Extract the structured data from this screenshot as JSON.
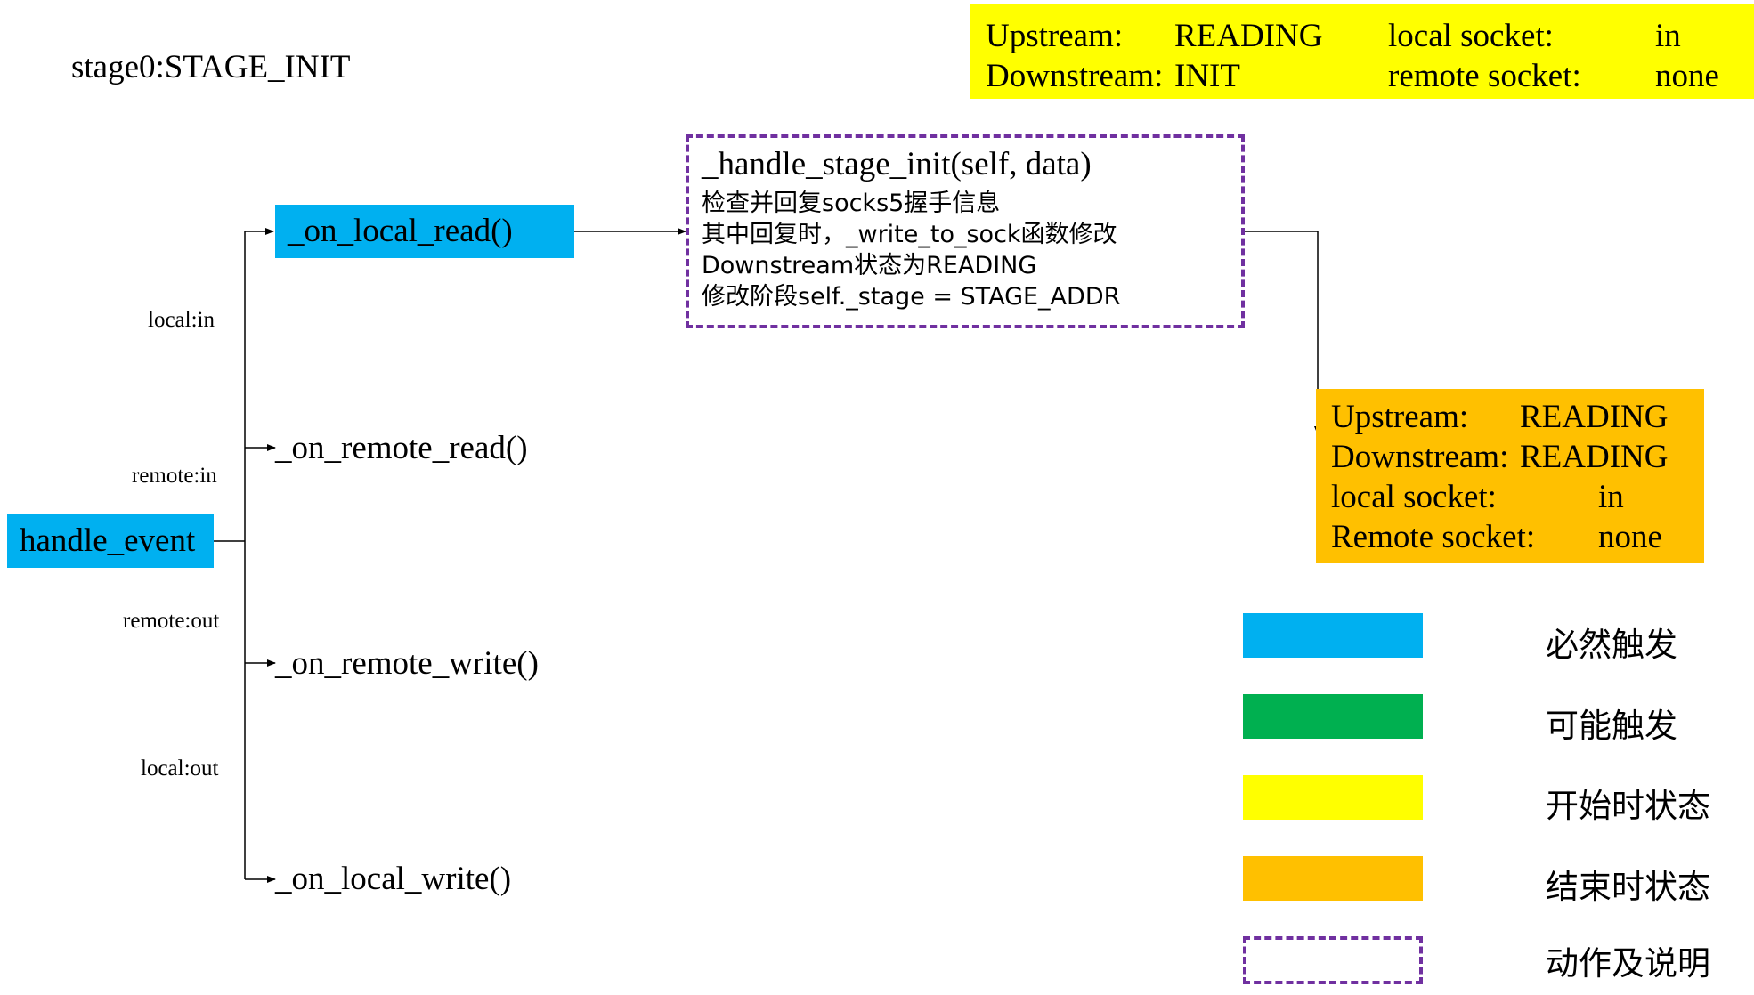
{
  "title": "stage0:STAGE_INIT",
  "colors": {
    "blue": "#00b0f0",
    "green": "#00b050",
    "yellow": "#ffff00",
    "orange": "#ffc000",
    "purple_dash": "#7030a0"
  },
  "start_status": {
    "upstream_key": "Upstream:",
    "upstream_value": "READING",
    "downstream_key": "Downstream:",
    "downstream_value": "INIT",
    "local_socket_key": "local socket:",
    "local_socket_value": "in",
    "remote_socket_key": "remote socket:",
    "remote_socket_value": "none"
  },
  "end_status": {
    "upstream_key": "Upstream:",
    "upstream_value": "READING",
    "downstream_key": "Downstream:",
    "downstream_value": "READING",
    "local_socket_key": "local socket:",
    "local_socket_value": "in",
    "remote_socket_key": "Remote socket:",
    "remote_socket_value": "none"
  },
  "nodes": {
    "handle_event": "handle_event",
    "on_local_read": "_on_local_read()",
    "on_remote_read": "_on_remote_read()",
    "on_remote_write": "_on_remote_write()",
    "on_local_write": "_on_local_write()"
  },
  "edge_labels": {
    "local_in": "local:in",
    "remote_in": "remote:in",
    "remote_out": "remote:out",
    "local_out": "local:out"
  },
  "action": {
    "title": "_handle_stage_init(self, data)",
    "lines": [
      "检查并回复socks5握手信息",
      "其中回复时，_write_to_sock函数修改",
      "Downstream状态为READING",
      "修改阶段self._stage = STAGE_ADDR"
    ]
  },
  "legend": [
    {
      "color": "#00b0f0",
      "label": "必然触发"
    },
    {
      "color": "#00b050",
      "label": "可能触发"
    },
    {
      "color": "#ffff00",
      "label": "开始时状态"
    },
    {
      "color": "#ffc000",
      "label": "结束时状态"
    },
    {
      "color": "dashed",
      "label": "动作及说明"
    }
  ]
}
